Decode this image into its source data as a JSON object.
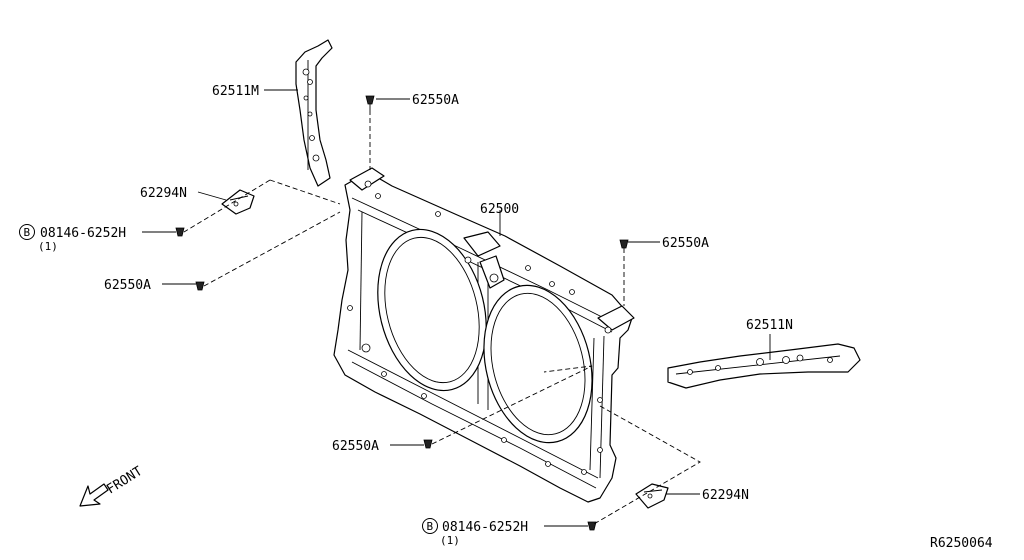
{
  "diagram": {
    "parts": {
      "reinforcement_left": "62511M",
      "reinforcement_right": "62511N",
      "radiator_core_support": "62500",
      "bracket_left": "62294N",
      "bracket_right": "62294N",
      "bolt_left": "08146-6252H",
      "bolt_left_qty": "(1)",
      "bolt_bottom": "08146-6252H",
      "bolt_bottom_qty": "(1)",
      "clip_top": "62550A",
      "clip_left": "62550A",
      "clip_right": "62550A",
      "clip_bottom": "62550A"
    },
    "badge_letter": "B",
    "front_label": "FRONT",
    "ref_code": "R6250064"
  }
}
